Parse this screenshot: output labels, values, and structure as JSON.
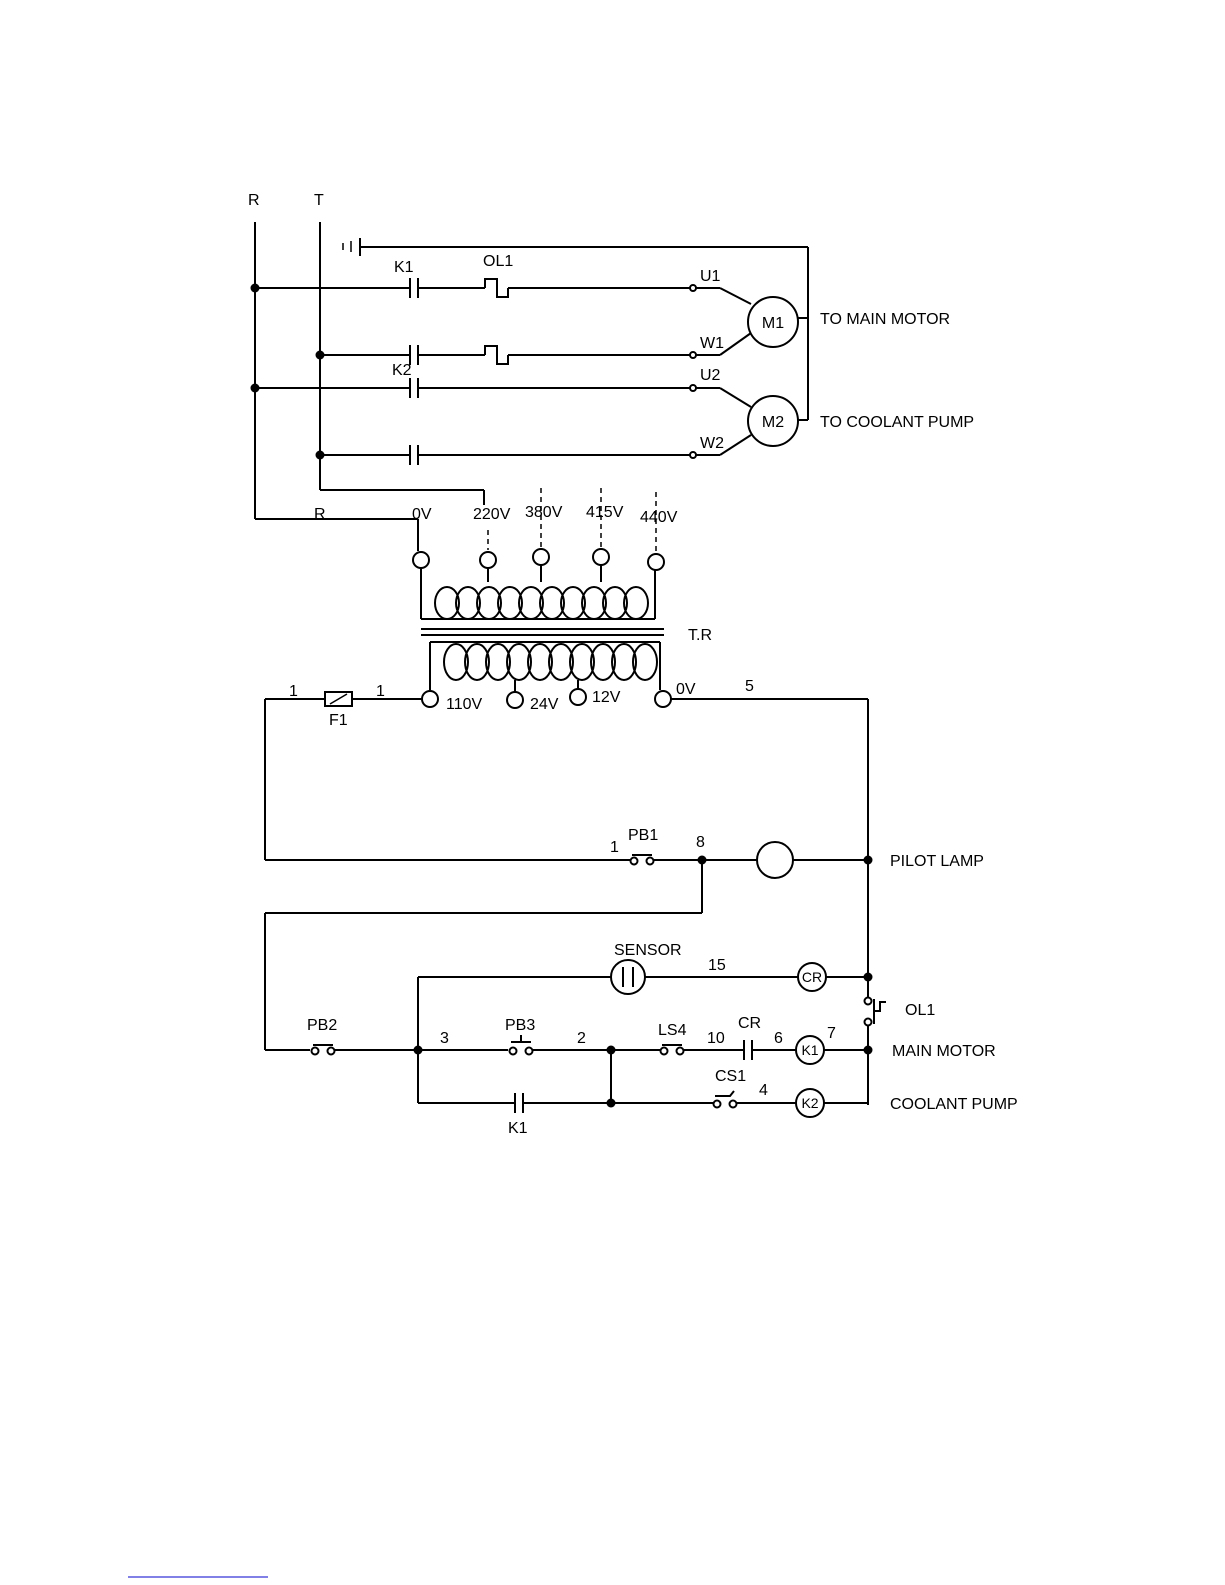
{
  "bus": {
    "r": "R",
    "t": "T"
  },
  "power": {
    "k1": "K1",
    "ol1": "OL1",
    "k2": "K2",
    "u1": "U1",
    "w1": "W1",
    "u2": "U2",
    "w2": "W2",
    "m1": "M1",
    "m2": "M2",
    "to_main_motor": "TO MAIN MOTOR",
    "to_coolant_pump": "TO COOLANT PUMP"
  },
  "transformer": {
    "primary_r": "R",
    "taps": [
      "0V",
      "220V",
      "380V",
      "415V",
      "440V"
    ],
    "name": "T.R",
    "secondary": [
      "110V",
      "24V",
      "12V",
      "0V"
    ]
  },
  "control": {
    "wire_1a": "1",
    "wire_1b": "1",
    "fuse": "F1",
    "wire_5": "5",
    "pb1": "PB1",
    "wire_1c": "1",
    "wire_8": "8",
    "pilot_lamp": "PILOT LAMP",
    "sensor": "SENSOR",
    "wire_15": "15",
    "cr_coil": "CR",
    "ol1": "OL1",
    "pb2": "PB2",
    "wire_3": "3",
    "pb3": "PB3",
    "wire_2": "2",
    "ls4": "LS4",
    "wire_10": "10",
    "cr_contact": "CR",
    "wire_6": "6",
    "k1_coil": "K1",
    "wire_7": "7",
    "main_motor": "MAIN MOTOR",
    "k1_contact": "K1",
    "cs1": "CS1",
    "wire_4": "4",
    "k2_coil": "K2",
    "coolant_pump": "COOLANT PUMP"
  }
}
